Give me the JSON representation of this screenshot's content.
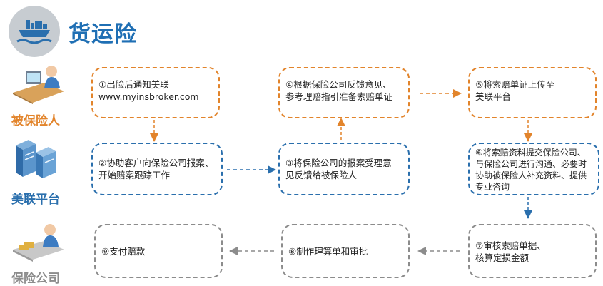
{
  "title": "货运险",
  "colors": {
    "insured": "#e2842b",
    "platform": "#2a6fad",
    "insurer": "#8c8c8c",
    "title": "#1f6fb4"
  },
  "roles": {
    "insured": "被保险人",
    "platform": "美联平台",
    "insurer": "保险公司"
  },
  "steps": {
    "s1": {
      "line1": "①出险后通知美联",
      "line2": "www.myinsbroker.com"
    },
    "s2": {
      "line1": "②协助客户向保险公司报案、",
      "line2": "开始赔案跟踪工作"
    },
    "s3": {
      "line1": "③将保险公司的报案受理意",
      "line2": "见反馈给被保险人"
    },
    "s4": {
      "line1": "④根据保险公司反馈意见、",
      "line2": "参考理赔指引准备索赔单证"
    },
    "s5": {
      "line1": "⑤将索赔单证上传至",
      "line2": "美联平台"
    },
    "s6": {
      "line1": "⑥将索赔资料提交保险公司、",
      "line2": "与保险公司进行沟通、必要时",
      "line3": "协助被保险人补充资料、提供",
      "line4": "专业咨询"
    },
    "s7": {
      "line1": "⑦审核索赔单据、",
      "line2": "核算定损金额"
    },
    "s8": {
      "line1": "⑧制作理算单和审批"
    },
    "s9": {
      "line1": "⑨支付赔款"
    }
  }
}
